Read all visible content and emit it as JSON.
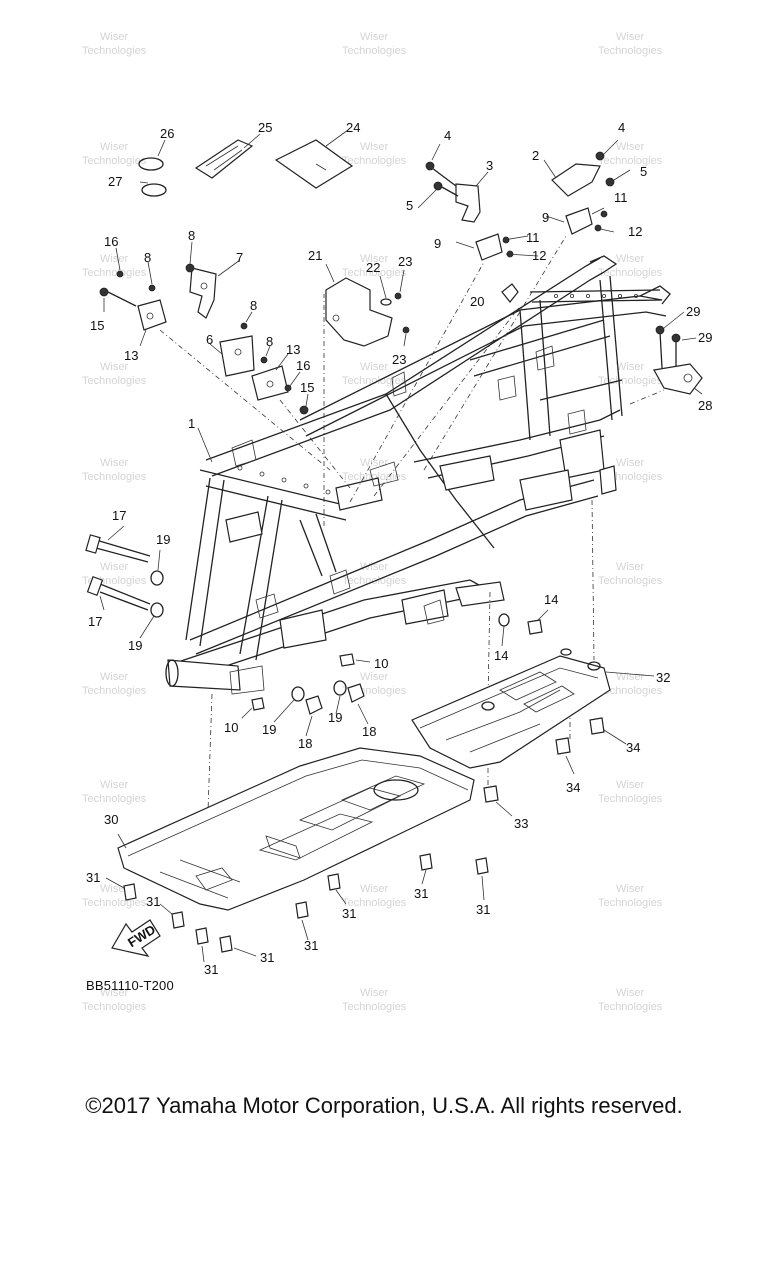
{
  "watermark": {
    "line1": "Wiser",
    "line2": "Technologies"
  },
  "callouts": [
    {
      "id": "c1",
      "text": "1"
    },
    {
      "id": "c2",
      "text": "2"
    },
    {
      "id": "c3",
      "text": "3"
    },
    {
      "id": "c4a",
      "text": "4"
    },
    {
      "id": "c4b",
      "text": "4"
    },
    {
      "id": "c5a",
      "text": "5"
    },
    {
      "id": "c5b",
      "text": "5"
    },
    {
      "id": "c6",
      "text": "6"
    },
    {
      "id": "c7",
      "text": "7"
    },
    {
      "id": "c8a",
      "text": "8"
    },
    {
      "id": "c8b",
      "text": "8"
    },
    {
      "id": "c8c",
      "text": "8"
    },
    {
      "id": "c8d",
      "text": "8"
    },
    {
      "id": "c9a",
      "text": "9"
    },
    {
      "id": "c9b",
      "text": "9"
    },
    {
      "id": "c10a",
      "text": "10"
    },
    {
      "id": "c10b",
      "text": "10"
    },
    {
      "id": "c11a",
      "text": "11"
    },
    {
      "id": "c11b",
      "text": "11"
    },
    {
      "id": "c12a",
      "text": "12"
    },
    {
      "id": "c12b",
      "text": "12"
    },
    {
      "id": "c13a",
      "text": "13"
    },
    {
      "id": "c13b",
      "text": "13"
    },
    {
      "id": "c14a",
      "text": "14"
    },
    {
      "id": "c14b",
      "text": "14"
    },
    {
      "id": "c15a",
      "text": "15"
    },
    {
      "id": "c15b",
      "text": "15"
    },
    {
      "id": "c16a",
      "text": "16"
    },
    {
      "id": "c16b",
      "text": "16"
    },
    {
      "id": "c17a",
      "text": "17"
    },
    {
      "id": "c17b",
      "text": "17"
    },
    {
      "id": "c18a",
      "text": "18"
    },
    {
      "id": "c18b",
      "text": "18"
    },
    {
      "id": "c19a",
      "text": "19"
    },
    {
      "id": "c19b",
      "text": "19"
    },
    {
      "id": "c19c",
      "text": "19"
    },
    {
      "id": "c19d",
      "text": "19"
    },
    {
      "id": "c20",
      "text": "20"
    },
    {
      "id": "c21",
      "text": "21"
    },
    {
      "id": "c22",
      "text": "22"
    },
    {
      "id": "c23a",
      "text": "23"
    },
    {
      "id": "c23b",
      "text": "23"
    },
    {
      "id": "c24",
      "text": "24"
    },
    {
      "id": "c25",
      "text": "25"
    },
    {
      "id": "c26",
      "text": "26"
    },
    {
      "id": "c27",
      "text": "27"
    },
    {
      "id": "c28",
      "text": "28"
    },
    {
      "id": "c29a",
      "text": "29"
    },
    {
      "id": "c29b",
      "text": "29"
    },
    {
      "id": "c30",
      "text": "30"
    },
    {
      "id": "c31a",
      "text": "31"
    },
    {
      "id": "c31b",
      "text": "31"
    },
    {
      "id": "c31c",
      "text": "31"
    },
    {
      "id": "c31d",
      "text": "31"
    },
    {
      "id": "c31e",
      "text": "31"
    },
    {
      "id": "c31f",
      "text": "31"
    },
    {
      "id": "c31g",
      "text": "31"
    },
    {
      "id": "c31h",
      "text": "31"
    },
    {
      "id": "c32",
      "text": "32"
    },
    {
      "id": "c33",
      "text": "33"
    },
    {
      "id": "c34a",
      "text": "34"
    },
    {
      "id": "c34b",
      "text": "34"
    }
  ],
  "fwd_arrow_label": "FWD",
  "diagram_code": "BB51110-T200",
  "copyright": "©2017 Yamaha Motor Corporation, U.S.A. All rights reserved."
}
